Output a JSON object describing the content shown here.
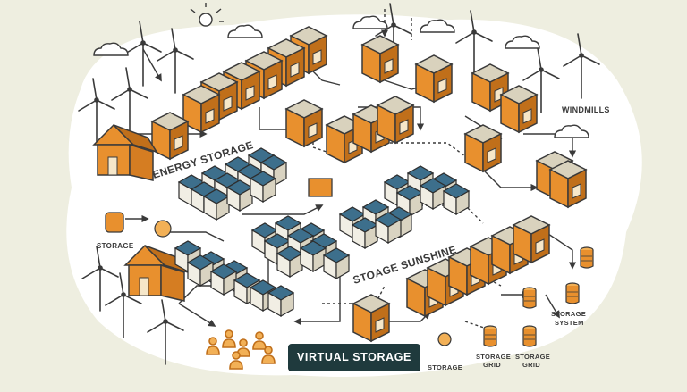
{
  "labels": {
    "energy_storage": "ENERGY STORAGE",
    "windmills": "WINDMILLS",
    "storage_left": "STORAGE",
    "storage_sunshine": "STOAGE SUNSHINE",
    "storage_system_line1": "STORAGE",
    "storage_system_line2": "SYSTEM",
    "storage_bottom": "STORAGE",
    "storage_grid_a_line1": "STORAGE",
    "storage_grid_a_line2": "GRID",
    "storage_grid_b_line1": "STORAGE",
    "storage_grid_b_line2": "GRID"
  },
  "button": {
    "label": "VIRTUAL STORAGE"
  },
  "colors": {
    "background": "#eeeee0",
    "blob": "#ffffff",
    "orange": "#e8902e",
    "orange_dark": "#c06f1a",
    "roof": "#d9d2bd",
    "panel": "#3d6f8c",
    "outline": "#3a3a3a",
    "button_bg": "#1f3a3d"
  }
}
